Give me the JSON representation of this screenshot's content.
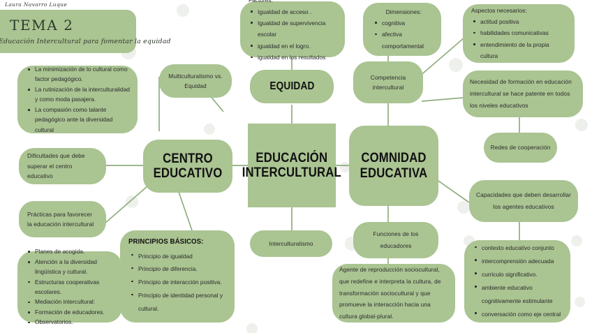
{
  "header": {
    "signature": "Laura Navarro Luque",
    "title": "TEMA 2",
    "subtitle": "Educación Intercultural para fomentar la equidad"
  },
  "colors": {
    "node_green": "#aac492",
    "connector_green": "#8fae7d",
    "deco_circle": "#eef0ec",
    "text": "#2b2b2b",
    "background": "#ffffff"
  },
  "nodes": {
    "dificultades_list": {
      "items": [
        "La minimización de lo cultural como factor pedagógico.",
        "La rutinización de la interculturalidad y como moda pasajera.",
        "La compasión como talante pedagógico ante la diversidad cultural"
      ]
    },
    "dificultades": {
      "text": "Dificultades que debe superar el centro educativo"
    },
    "practicas": {
      "text": "Prácticas para favorecer la educación intercultural"
    },
    "practicas_list": {
      "items": [
        "Planes de acogida.",
        "Atención a la diversidad lingüística y cultural.",
        "Estructuras cooperativas escolares.",
        "Mediación intercultural:",
        "Formación de educadores.",
        "Observatorios."
      ]
    },
    "principios": {
      "heading": "PRINCIPIOS BÁSICOS:",
      "items": [
        "Principio de igualdad",
        "Principio de diferencia.",
        "Principio de interacción positiva.",
        "Principio de identidad personal y cultural."
      ]
    },
    "centro_educativo": {
      "text": "CENTRO EDUCATIVO"
    },
    "educacion_intercultural": {
      "text": "EDUCACIÓN INTERCULTURAL"
    },
    "comunidad_educativa": {
      "text": "COMNIDAD EDUCATIVA"
    },
    "multiculturalismo": {
      "text": "Multiculturalismo vs. Equidad"
    },
    "equidad": {
      "text": "EQUIDAD"
    },
    "factores": {
      "lead": "Factores:",
      "items": [
        "Igualdad de acceso .",
        "Igualdad de supervivencia escolar",
        "igualdad en el logro.",
        "igualdad en los resultados"
      ]
    },
    "dimensiones": {
      "lead": "Dimensiones:",
      "items": [
        "cognitiva",
        "afectiva",
        "comportamental"
      ]
    },
    "aspectos": {
      "lead": "Aspectos necesarios:",
      "items": [
        "actitud positiva",
        "habilidades comunicativas",
        "entendimiento de la propia cultura"
      ]
    },
    "competencia": {
      "text": "Competencia intercultural"
    },
    "necesidad": {
      "text": "Necesidad de formación en educación intercultural se hace patente en todos los niveles educativos"
    },
    "redes": {
      "text": "Redes de cooperación"
    },
    "capacidades": {
      "text": "Capacidades que deben desarrollar los agentes educativos"
    },
    "capacidades_list": {
      "items": [
        "contexto educativo conjunto",
        "intercomprensión adecuada",
        "curriculo significativo.",
        "ambiente educativo cognitivamente estimulante",
        "conversación como eje central"
      ]
    },
    "interculturalismo": {
      "text": "Interculturalismo"
    },
    "funciones": {
      "text": "Funciones de los educadores"
    },
    "agente": {
      "text": "Agente de reproducción sociocultural, que redefine e interpreta la cultura, de transformación sociocultural y que promueve la interacción hacia una cultura global-plural."
    }
  }
}
